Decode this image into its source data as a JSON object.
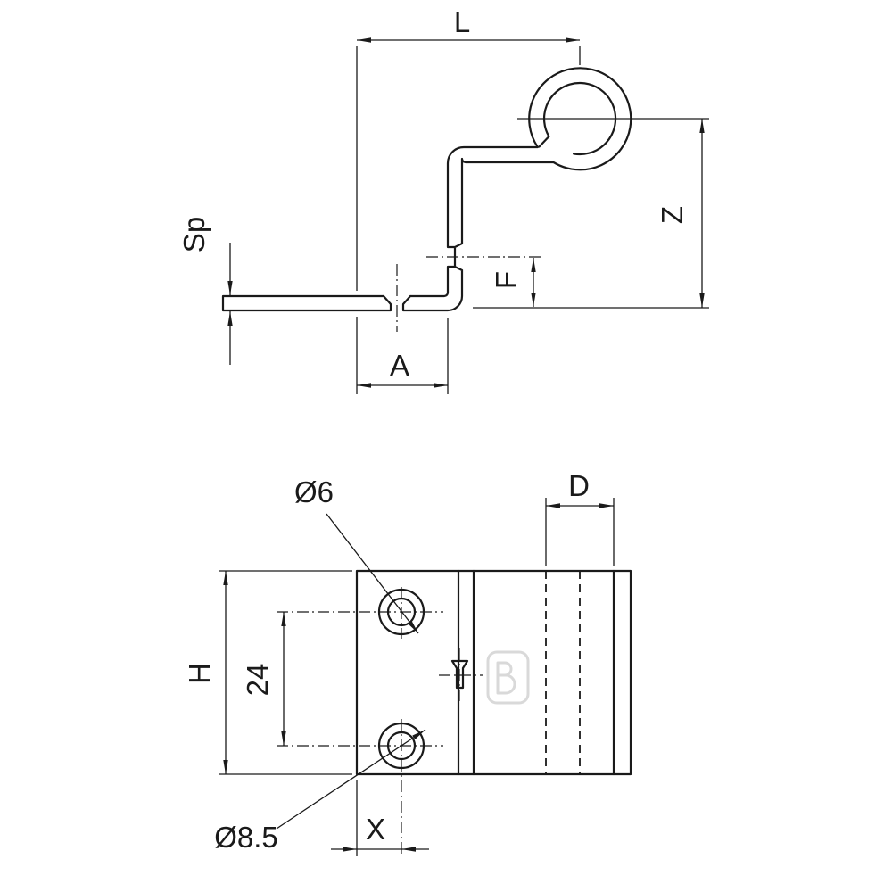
{
  "colors": {
    "background": "#ffffff",
    "line": "#1a1a1a",
    "watermark": "#d9d9d9"
  },
  "side_view": {
    "length_label": "L",
    "height_label": "Z",
    "thickness_label": "Sp",
    "hole_height_label": "F",
    "flange_width_label": "A"
  },
  "front_view": {
    "hole_diameter_label": "Ø6",
    "roll_width_label": "D",
    "plate_height_label": "H",
    "hole_spacing_label": "24",
    "countersink_label": "Ø8.5",
    "hole_offset_label": "X",
    "watermark_icon": "brand-logo"
  }
}
